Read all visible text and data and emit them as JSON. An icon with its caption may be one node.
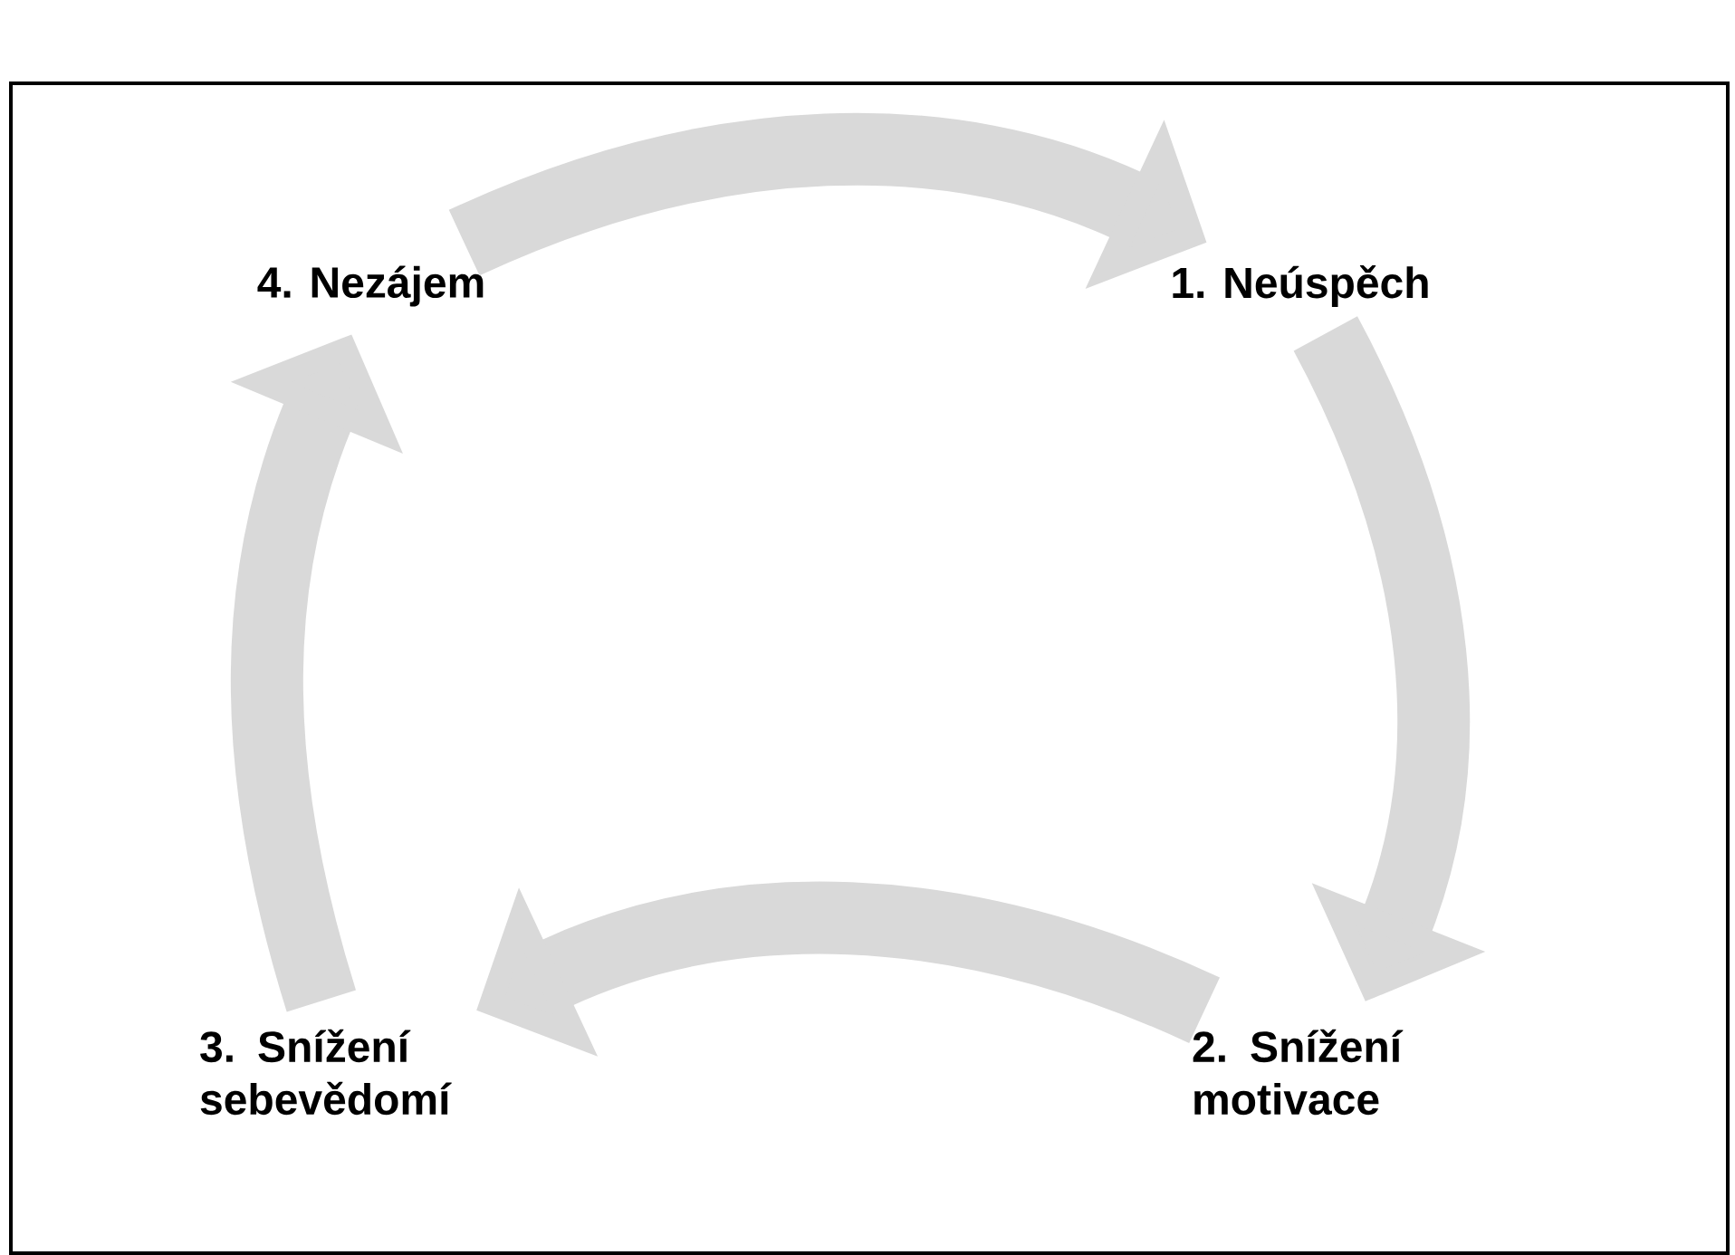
{
  "diagram": {
    "nodes": [
      {
        "text": [
          "4. Nezájem"
        ]
      },
      {
        "text": [
          "1. Neúspěch"
        ]
      },
      {
        "text": [
          "3. Snížení sebevědomí"
        ]
      },
      {
        "text": [
          "2. Snížení motivace"
        ]
      }
    ],
    "edges": [
      {
        "from": 0,
        "to": 1,
        "arrow": "to"
      },
      {
        "from": 1,
        "to": 3,
        "arrow": "to"
      },
      {
        "from": 3,
        "to": 2,
        "arrow": "to"
      },
      {
        "from": 2,
        "to": 0,
        "arrow": "to"
      }
    ]
  }
}
